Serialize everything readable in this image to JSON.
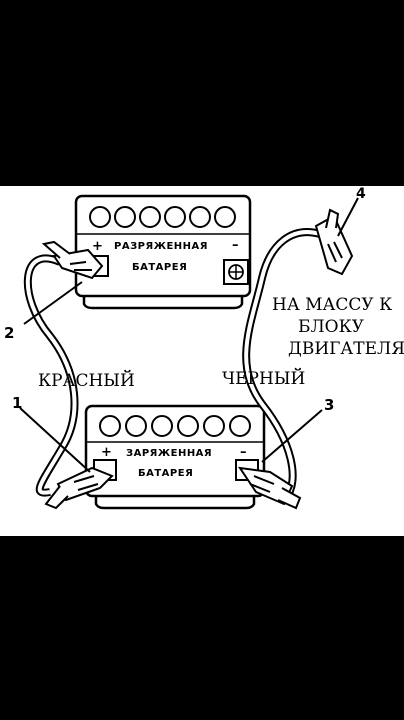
{
  "diagram": {
    "top_battery": {
      "plus": "+",
      "label_line1": "РАЗРЯЖЕННАЯ",
      "minus": "–",
      "label_line2": "БАТАРЕЯ"
    },
    "bottom_battery": {
      "plus": "+",
      "label_line1": "ЗАРЯЖЕННАЯ",
      "minus": "–",
      "label_line2": "БАТАРЕЯ"
    },
    "callouts": {
      "n1": "1",
      "n2": "2",
      "n3": "3",
      "n4": "4"
    },
    "cable_red": "КРАСНЫЙ",
    "cable_black": "ЧЕРНЫЙ",
    "ground_note": {
      "line1": "НА МАССУ К",
      "line2": "БЛОКУ",
      "line3": "ДВИГАТЕЛЯ"
    }
  },
  "colors": {
    "background": "#000000",
    "canvas": "#ffffff",
    "ink": "#000000"
  }
}
